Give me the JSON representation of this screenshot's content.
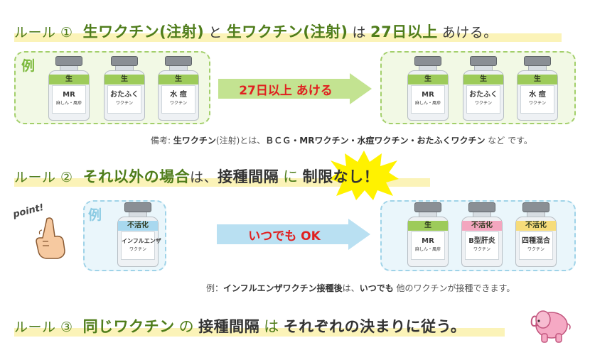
{
  "rule1": {
    "prefix": "ルール ①",
    "part1": "生ワクチン(注射)",
    "mid": "と",
    "part2": "生ワクチン(注射)",
    "mid2": "は",
    "part3": "27日以上",
    "suffix": "あける。"
  },
  "rule2": {
    "prefix": "ルール ②",
    "part1": "それ以外の場合",
    "mid": "は、",
    "part2": "接種間隔",
    "mid2": "に",
    "part3": "制限なし！"
  },
  "rule3": {
    "prefix": "ルール ③",
    "part1": "同じワクチン",
    "mid": "の",
    "part2": "接種間隔",
    "mid2": "は",
    "part3": "それぞれの決まりに従う。"
  },
  "example_label": "例",
  "point_label": "point!",
  "arrow1_label": "27日以上 あける",
  "arrow2_label": "いつでも OK",
  "vials": {
    "mr": {
      "band": "生",
      "name": "MR",
      "sub": "麻しん・風疹"
    },
    "mumps": {
      "band": "生",
      "name": "おたふく",
      "sub": "ワクチン"
    },
    "varicella": {
      "band": "生",
      "name": "水 痘",
      "sub": "ワクチン"
    },
    "flu": {
      "band": "不活化",
      "name": "インフルエンザ",
      "sub": "ワクチン"
    },
    "hepb": {
      "band": "不活化",
      "name": "B型肝炎",
      "sub": "ワクチン"
    },
    "dtp": {
      "band": "不活化",
      "name": "四種混合",
      "sub": "ワクチン"
    }
  },
  "note1": {
    "prefix": "備考:",
    "bold1": "生ワクチン",
    "text1": "(注射)とは、",
    "bold2": "ＢＣＧ・MRワクチン・水痘ワクチン・おたふくワクチン",
    "text2": "など です。"
  },
  "note2": {
    "prefix": "例：",
    "bold1": "インフルエンザワクチン接種後",
    "text1": "は、",
    "bold2": "いつでも",
    "text2": "他のワクチンが接種できます。"
  },
  "colors": {
    "green_band": "#9dcb5a",
    "blue_band": "#a8d8ef",
    "pink_band": "#f3a6bf",
    "yellow_band": "#f6dc7a",
    "rule_green": "#4f7d1b",
    "highlight_yellow": "#fbf3b8",
    "burst_yellow": "#fff200",
    "arrow_green": "#c3e391",
    "arrow_blue": "#b9e0f2",
    "red_text": "#e02020"
  },
  "icons": {
    "finger": "pointing-hand-icon",
    "elephant": "elephant-icon"
  }
}
